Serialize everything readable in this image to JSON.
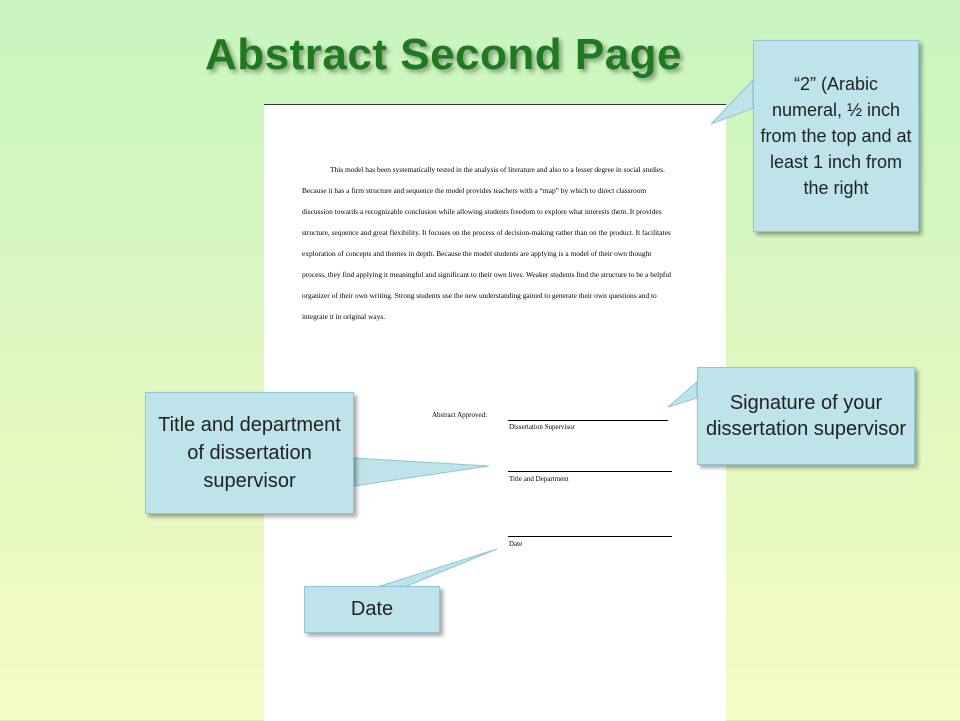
{
  "slide": {
    "title": "Abstract Second Page"
  },
  "document": {
    "paragraph": "This model has been systematically tested in the analysis of literature and also to a lesser degree in social studies.  Because it has a firm structure and sequence the model provides teachers with a “map” by which to direct classroom discussion towards a recognizable conclusion while allowing students freedom to explore what interests them.  It provides structure, sequence and great flexibility.  It focuses on the process of decision-making rather than on the product.  It facilitates exploration of concepts and themes in depth.  Because the model students are applying is a model of their own thought process, they find applying it meaningful and significant to their own lives.  Weaker students find the structure to be a helpful organizer of their own writing.  Strong students use the new understanding gained to generate their own questions and to integrate it in original ways.",
    "abstract_approved_label": "Abstract Approved:",
    "supervisor_label": "Dissertation Supervisor",
    "title_department_label": "Title and Department",
    "date_label": "Date"
  },
  "callouts": {
    "page_number": "“2” (Arabic numeral, ½ inch from the top and at least 1 inch from the right",
    "signature": "Signature of your dissertation supervisor",
    "title_department": "Title and department of dissertation supervisor",
    "date": "Date"
  },
  "colors": {
    "title": "#1f7a1f",
    "callout_fill": "#bfe3ea",
    "callout_border": "#8fc6d2"
  }
}
